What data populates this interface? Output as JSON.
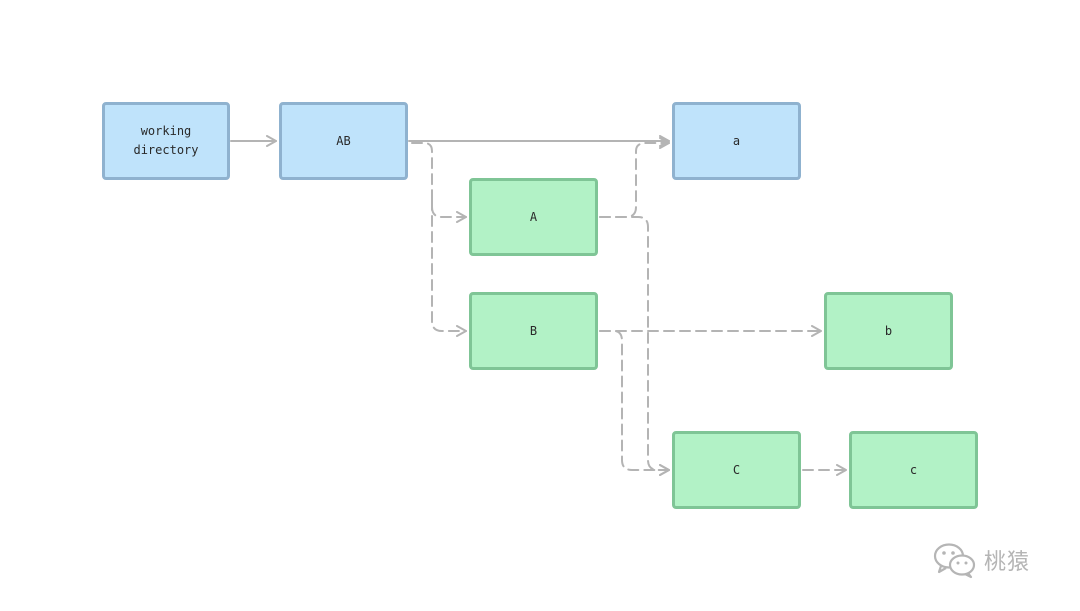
{
  "nodes": {
    "working_directory": "working\ndirectory",
    "AB": "AB",
    "a": "a",
    "A": "A",
    "B": "B",
    "b": "b",
    "C": "C",
    "c": "c"
  },
  "colors": {
    "blue_fill": "#bfe3fb",
    "blue_border": "#8fb2cf",
    "green_fill": "#b2f2c6",
    "green_border": "#7fc596",
    "arrow": "#b4b4b4"
  },
  "edges": [
    {
      "from": "working_directory",
      "to": "AB",
      "style": "solid"
    },
    {
      "from": "AB",
      "to": "a",
      "style": "solid"
    },
    {
      "from": "AB",
      "to": "A",
      "style": "dashed"
    },
    {
      "from": "AB",
      "to": "B",
      "style": "dashed"
    },
    {
      "from": "A",
      "to": "a",
      "style": "dashed"
    },
    {
      "from": "A",
      "to": "C",
      "style": "dashed"
    },
    {
      "from": "B",
      "to": "b",
      "style": "dashed"
    },
    {
      "from": "B",
      "to": "C",
      "style": "dashed"
    },
    {
      "from": "C",
      "to": "c",
      "style": "dashed"
    }
  ],
  "watermark": {
    "icon": "wechat-icon",
    "text": "桃猿"
  }
}
